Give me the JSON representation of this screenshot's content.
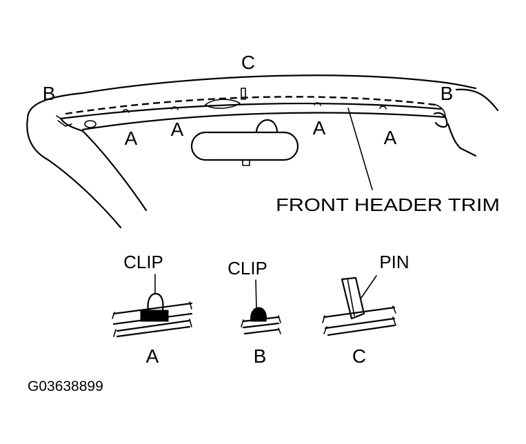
{
  "labels": {
    "main_c": "C",
    "left_b": "B",
    "right_b": "B",
    "clip_a1": "A",
    "clip_a2": "A",
    "clip_a3": "A",
    "clip_a4": "A",
    "part_name": "FRONT HEADER TRIM",
    "detail_a_callout": "CLIP",
    "detail_b_callout": "CLIP",
    "detail_c_callout": "PIN",
    "detail_a_caption": "A",
    "detail_b_caption": "B",
    "detail_c_caption": "C",
    "figure_code": "G03638899"
  }
}
